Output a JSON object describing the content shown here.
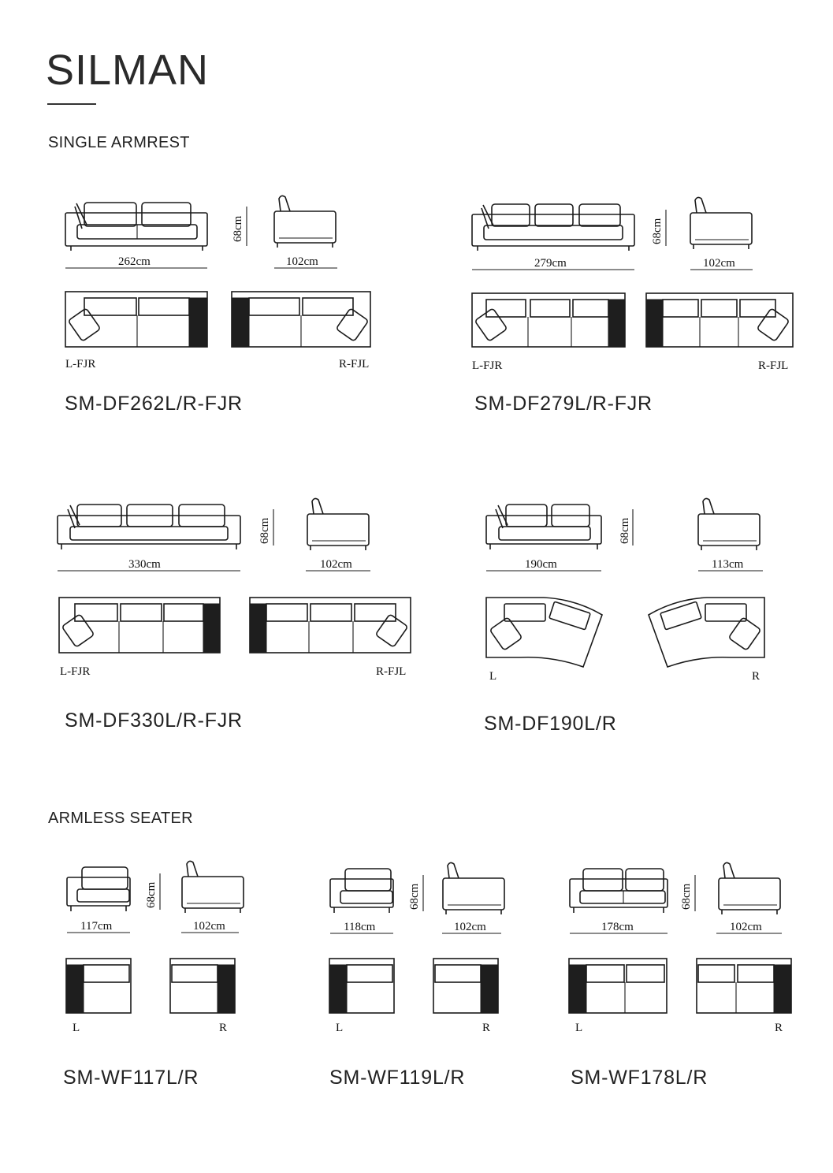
{
  "brand": "SILMAN",
  "sections": {
    "single_armrest": "SINGLE ARMREST",
    "armless_seater": "ARMLESS SEATER"
  },
  "models": {
    "df262": {
      "code": "SM-DF262L/R-FJR",
      "width": "262cm",
      "height": "68cm",
      "depth": "102cm",
      "left_label": "L-FJR",
      "right_label": "R-FJL"
    },
    "df279": {
      "code": "SM-DF279L/R-FJR",
      "width": "279cm",
      "height": "68cm",
      "depth": "102cm",
      "left_label": "L-FJR",
      "right_label": "R-FJL"
    },
    "df330": {
      "code": "SM-DF330L/R-FJR",
      "width": "330cm",
      "height": "68cm",
      "depth": "102cm",
      "left_label": "L-FJR",
      "right_label": "R-FJL"
    },
    "df190": {
      "code": "SM-DF190L/R",
      "width": "190cm",
      "height": "68cm",
      "depth": "113cm",
      "left_label": "L",
      "right_label": "R"
    },
    "wf117": {
      "code": "SM-WF117L/R",
      "width": "117cm",
      "height": "68cm",
      "depth": "102cm",
      "left_label": "L",
      "right_label": "R"
    },
    "wf119": {
      "code": "SM-WF119L/R",
      "width": "118cm",
      "height": "68cm",
      "depth": "102cm",
      "left_label": "L",
      "right_label": "R"
    },
    "wf178": {
      "code": "SM-WF178L/R",
      "width": "178cm",
      "height": "68cm",
      "depth": "102cm",
      "left_label": "L",
      "right_label": "R"
    }
  }
}
